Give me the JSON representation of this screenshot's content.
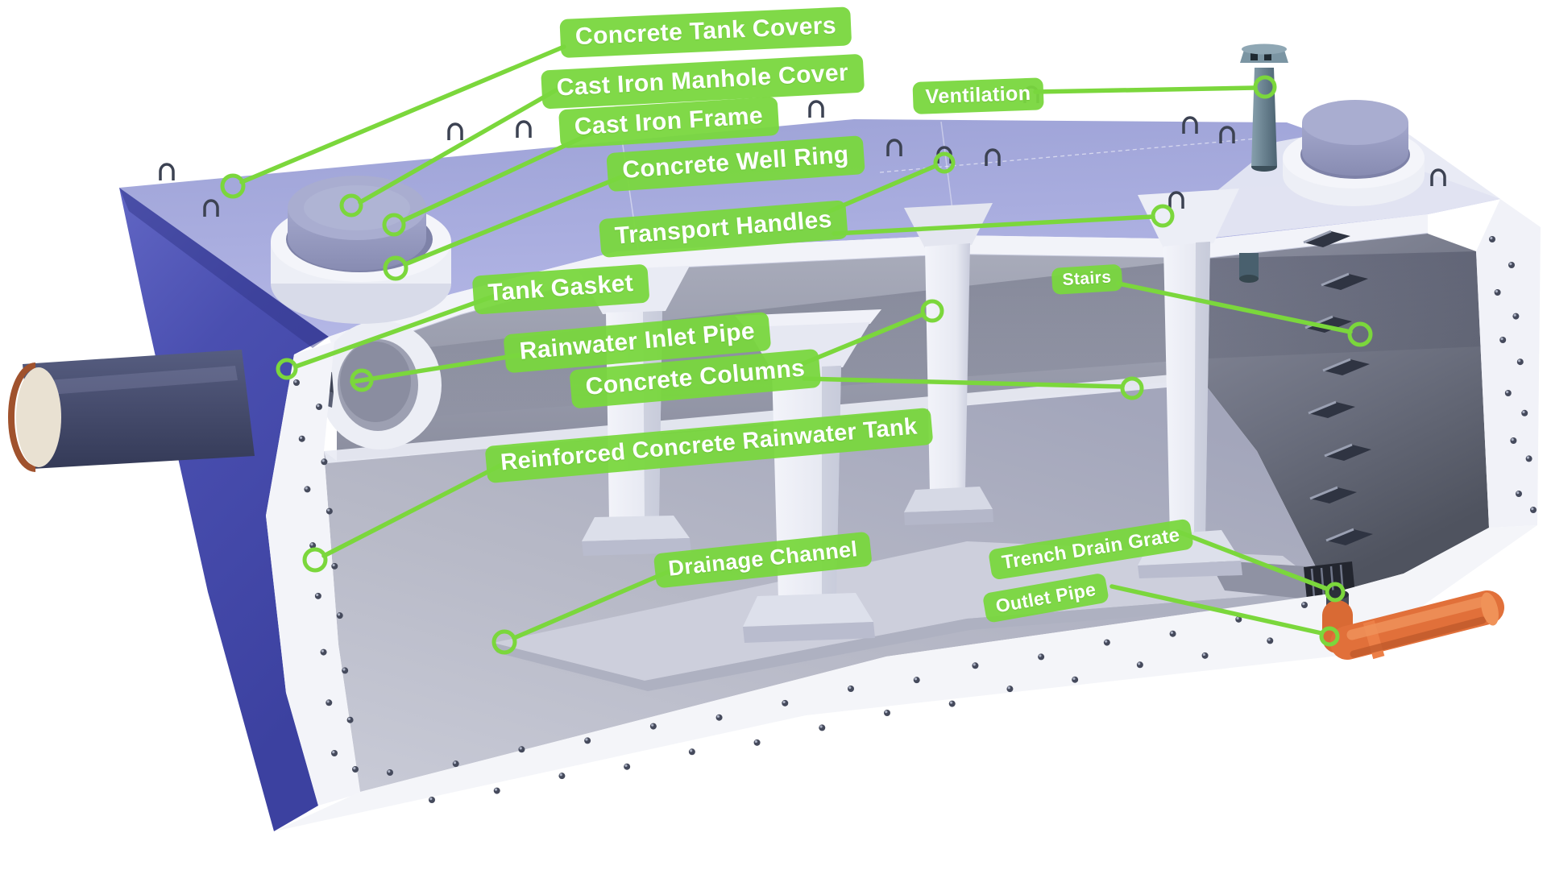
{
  "labels": [
    {
      "id": "concrete-tank-covers",
      "text": "Concrete Tank Covers"
    },
    {
      "id": "cast-iron-manhole-cover",
      "text": "Cast Iron Manhole Cover"
    },
    {
      "id": "cast-iron-frame",
      "text": "Cast Iron Frame"
    },
    {
      "id": "concrete-well-ring",
      "text": "Concrete Well Ring"
    },
    {
      "id": "ventilation",
      "text": "Ventilation"
    },
    {
      "id": "transport-handles",
      "text": "Transport Handles"
    },
    {
      "id": "tank-gasket",
      "text": "Tank Gasket"
    },
    {
      "id": "rainwater-inlet-pipe",
      "text": "Rainwater Inlet Pipe"
    },
    {
      "id": "concrete-columns",
      "text": "Concrete Columns"
    },
    {
      "id": "reinforced-concrete-rainwater-tank",
      "text": "Reinforced Concrete Rainwater Tank"
    },
    {
      "id": "drainage-channel",
      "text": "Drainage Channel"
    },
    {
      "id": "stairs",
      "text": "Stairs"
    },
    {
      "id": "trench-drain-grate",
      "text": "Trench Drain Grate"
    },
    {
      "id": "outlet-pipe",
      "text": "Outlet Pipe"
    }
  ],
  "colors": {
    "label_green": "#79d73e",
    "leader_green": "#7bd73c",
    "tank_blue": "#4a4fb0",
    "roof_periwinkle": "#a6aade",
    "interior_grey": "#9fa2b2",
    "outlet_orange": "#e1703a",
    "vent_teal": "#6b8795"
  }
}
